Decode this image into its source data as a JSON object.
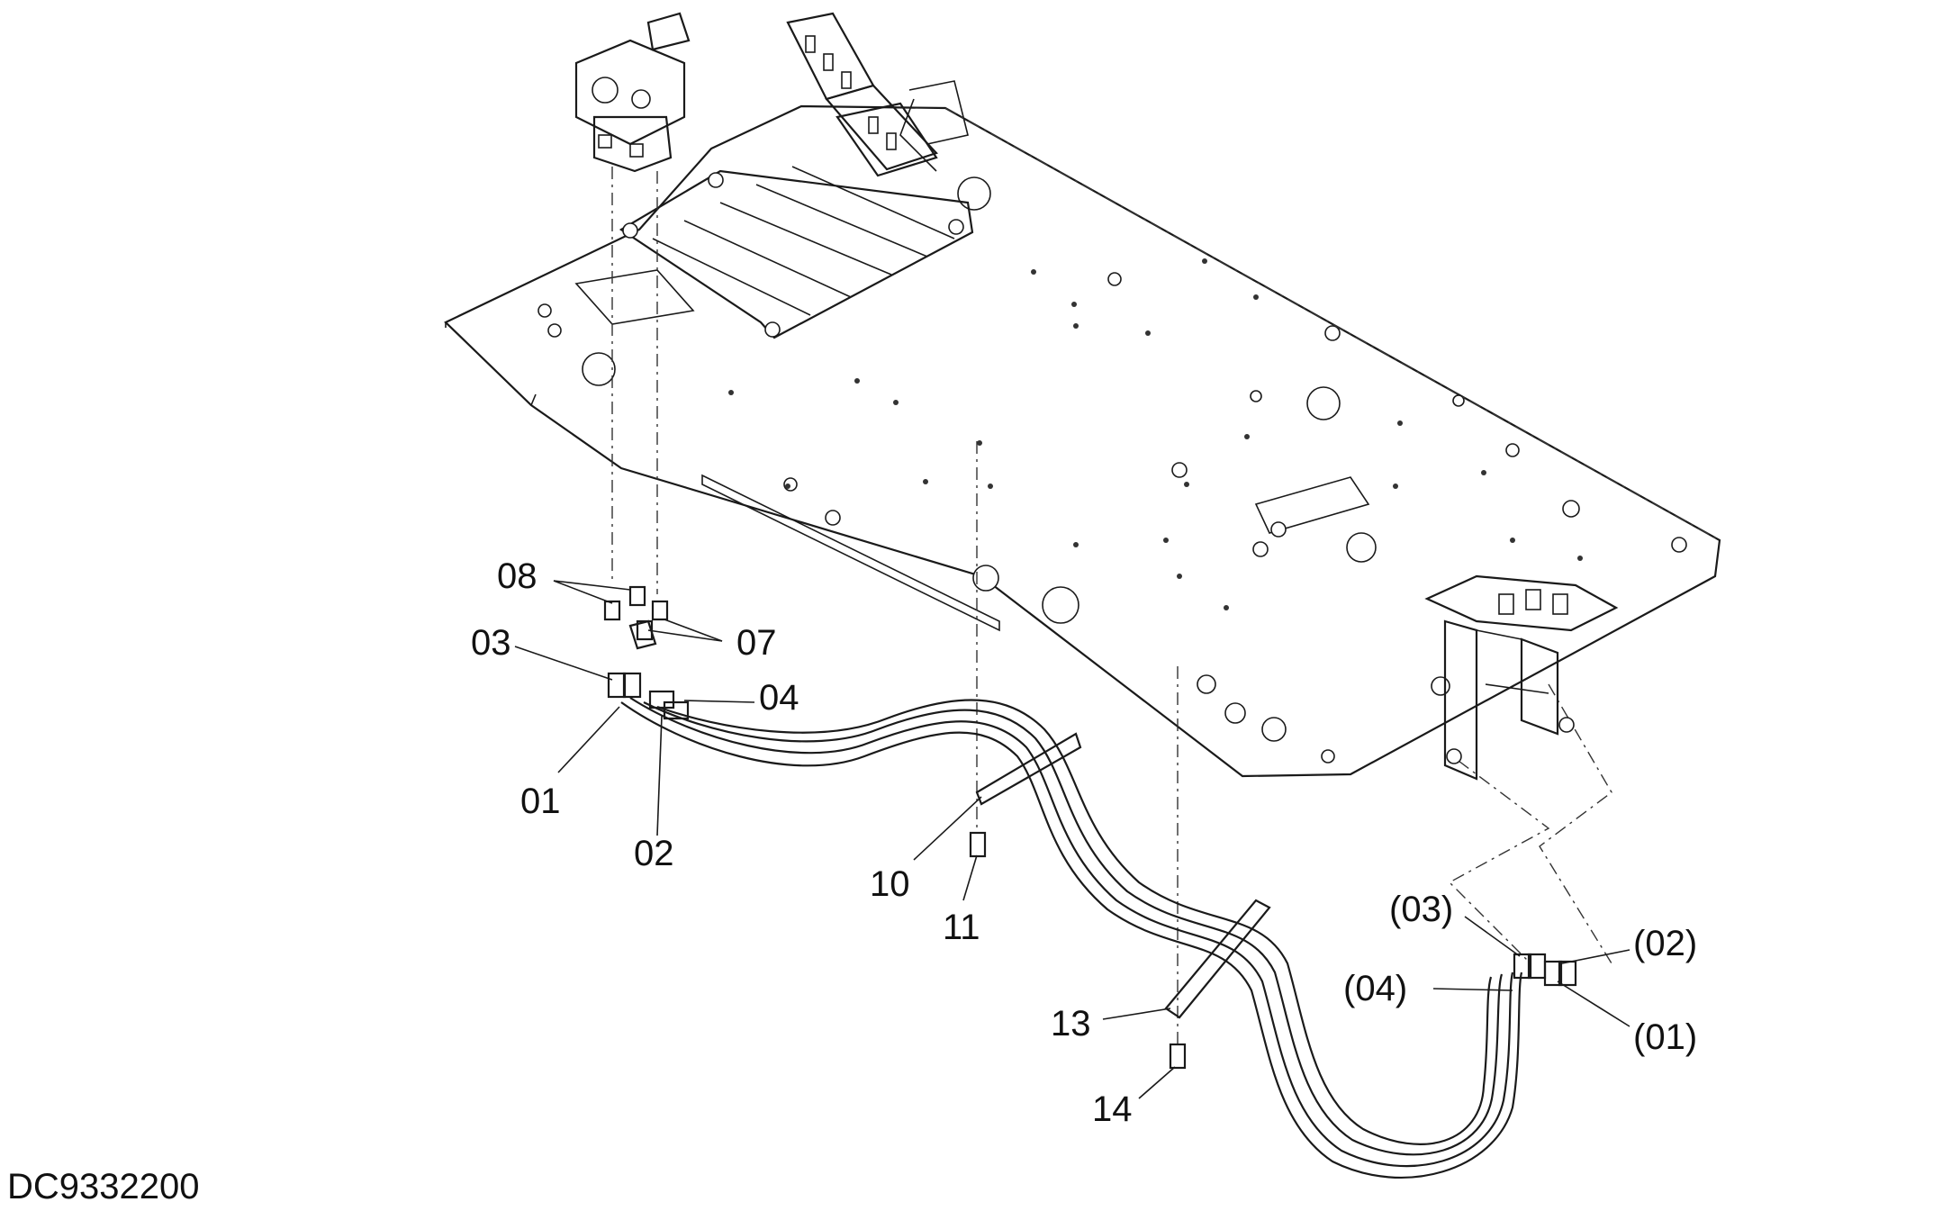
{
  "diagram": {
    "drawing_code": "DC9332200",
    "callouts": {
      "c01": "01",
      "c02": "02",
      "c03": "03",
      "c04": "04",
      "c07": "07",
      "c08": "08",
      "c10": "10",
      "c11": "11",
      "c13": "13",
      "c14": "14",
      "r01": "(01)",
      "r02": "(02)",
      "r03": "(03)",
      "r04": "(04)"
    }
  }
}
